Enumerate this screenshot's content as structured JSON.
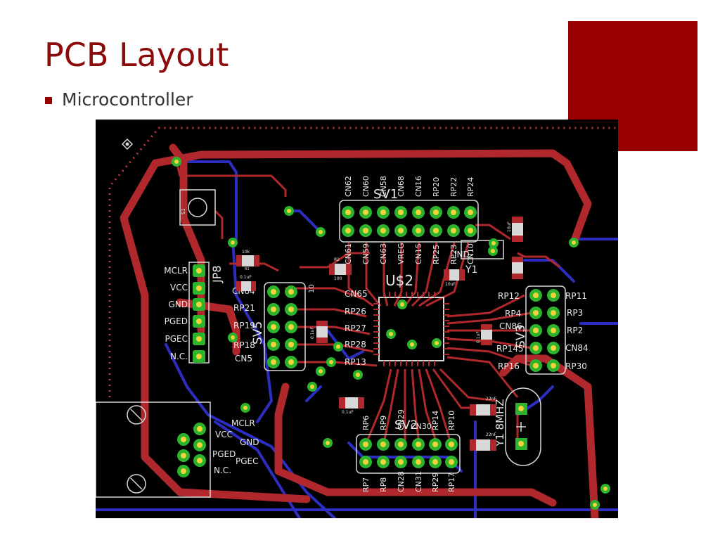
{
  "slide": {
    "title": "PCB Layout",
    "bullet": "Microcontroller"
  },
  "pcb": {
    "chip_label": "U$2",
    "header_sv1": {
      "name": "SV1",
      "top_labels": [
        "CN62",
        "CN60",
        "CN58",
        "CN68",
        "CN16",
        "RP20",
        "RP22",
        "RP24"
      ],
      "bottom_labels": [
        "CN61",
        "CN59",
        "CN63",
        "VREG",
        "CN15",
        "RP25",
        "RP23",
        "CN10"
      ]
    },
    "header_sv5": {
      "name": "SV5",
      "left_labels": [
        "RP21",
        "RP19",
        "RP18",
        "CN5"
      ],
      "right_labels": [
        "CN65",
        "RP26",
        "RP27",
        "RP28",
        "RP13"
      ],
      "extra_labels": [
        "CN64",
        "10"
      ]
    },
    "header_sv3": {
      "name": "SV3",
      "left_labels": [
        "RP12",
        "RP4",
        "CN86",
        "RP145",
        "RP16"
      ],
      "right_labels": [
        "RP11",
        "RP3",
        "RP2",
        "CN84",
        "RP30"
      ]
    },
    "header_sv2": {
      "name": "SV2",
      "top_labels": [
        "RP6",
        "RP9",
        "CN29",
        "CN30",
        "RP14",
        "RP10"
      ],
      "bottom_labels": [
        "RP7",
        "RP8",
        "CN28",
        "CN31",
        "RP29",
        "RP17"
      ]
    },
    "jp8": {
      "name": "JP8",
      "labels": [
        "MCLR",
        "VCC",
        "GND",
        "PGED",
        "PGEC",
        "N.C."
      ]
    },
    "prog_header": {
      "labels": [
        "MCLR",
        "VCC",
        "GND",
        "PGED",
        "PGEC",
        "N.C."
      ]
    },
    "crystal": {
      "label": "Y1 8MHZ"
    },
    "y1": {
      "label": "Y1"
    },
    "ind": {
      "label": "IND"
    },
    "switch": {
      "label": "S1"
    },
    "resistors": {
      "r1": {
        "ref": "R1",
        "value": "10k"
      },
      "r2": {
        "ref": "R2",
        "value": "100"
      }
    },
    "capacitors": {
      "c_mclr": "0.1uF",
      "c1": "0.1uF",
      "c7": "10uF",
      "c3": "0.1uF",
      "c_bottom": "0.1uF",
      "c4": "22nF",
      "c2": "22nF",
      "c_right_top": "10uF"
    },
    "colors": {
      "background": "#000000",
      "top_trace": "#b0282c",
      "bottom_trace": "#2d2ebf",
      "pad_ring": "#2cb52c",
      "pad_hole": "#f2d23a",
      "silkscreen": "#d8d8d8",
      "board_edge": "#c8323c"
    }
  }
}
